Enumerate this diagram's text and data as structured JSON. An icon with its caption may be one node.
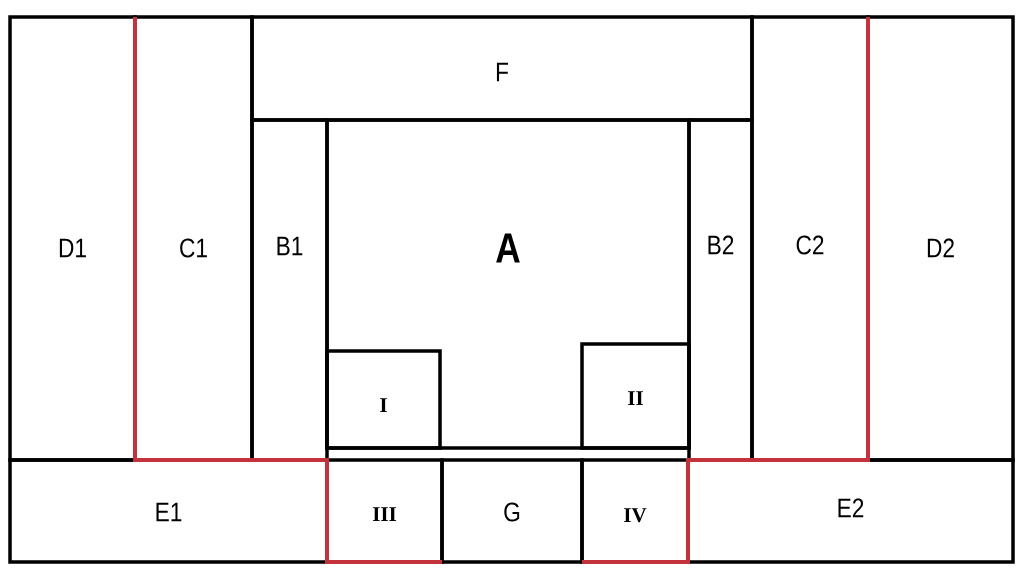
{
  "diagram": {
    "nodes": [
      {
        "text": [
          "D1"
        ]
      },
      {
        "text": [
          "C1"
        ]
      },
      {
        "text": [
          "F"
        ]
      },
      {
        "text": [
          "B1"
        ]
      },
      {
        "text": [
          "A"
        ]
      },
      {
        "text": [
          "I"
        ],
        "in": 4
      },
      {
        "text": [
          "II"
        ],
        "in": 4
      },
      {
        "text": [
          "B2"
        ]
      },
      {
        "text": [
          "C2"
        ]
      },
      {
        "text": [
          "D2"
        ]
      },
      {
        "text": [
          "E1"
        ]
      },
      {
        "text": [
          "III"
        ]
      },
      {
        "text": [
          "G"
        ]
      },
      {
        "text": [
          "IV"
        ]
      },
      {
        "text": [
          "E2"
        ]
      }
    ]
  }
}
